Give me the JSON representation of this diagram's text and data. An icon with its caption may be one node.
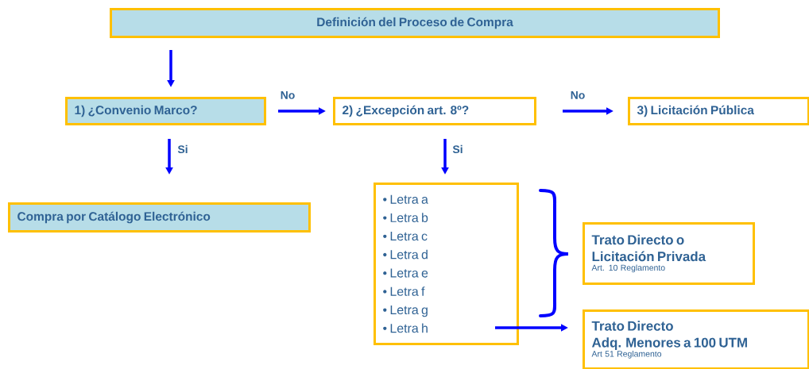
{
  "diagram": {
    "nodes": [
      {
        "text": [
          "Definición del Proceso de Compra"
        ]
      },
      {
        "text": [
          "1) ¿Convenio Marco?"
        ]
      },
      {
        "text": [
          "2) ¿Excepción art. 8º?"
        ]
      },
      {
        "text": [
          "3) Licitación Pública"
        ]
      },
      {
        "text": [
          "Compra por Catálogo Electrónico"
        ]
      },
      {
        "text": [
          "• Letra a",
          "• Letra b",
          "• Letra c",
          "• Letra d",
          "• Letra e",
          "• Letra f",
          "• Letra g",
          "• Letra h"
        ]
      },
      {
        "text": [
          "Trato Directo o Licitación Privada",
          "Art. 10 Reglamento"
        ]
      },
      {
        "text": [
          "Trato Directo",
          "Adq. Menores a 100 UTM",
          "Art 51 Reglamento"
        ]
      }
    ],
    "edges": [
      {
        "from": 0,
        "to": 1,
        "arrow": "to"
      },
      {
        "from": 1,
        "to": 2,
        "arrow": "to",
        "label": "No"
      },
      {
        "from": 2,
        "to": 3,
        "arrow": "to",
        "label": "No"
      },
      {
        "from": 1,
        "to": 4,
        "arrow": "to",
        "label": "Si"
      },
      {
        "from": 2,
        "to": 5,
        "arrow": "to",
        "label": "Si"
      },
      {
        "from": 5,
        "to": 7,
        "arrow": "to"
      }
    ]
  }
}
